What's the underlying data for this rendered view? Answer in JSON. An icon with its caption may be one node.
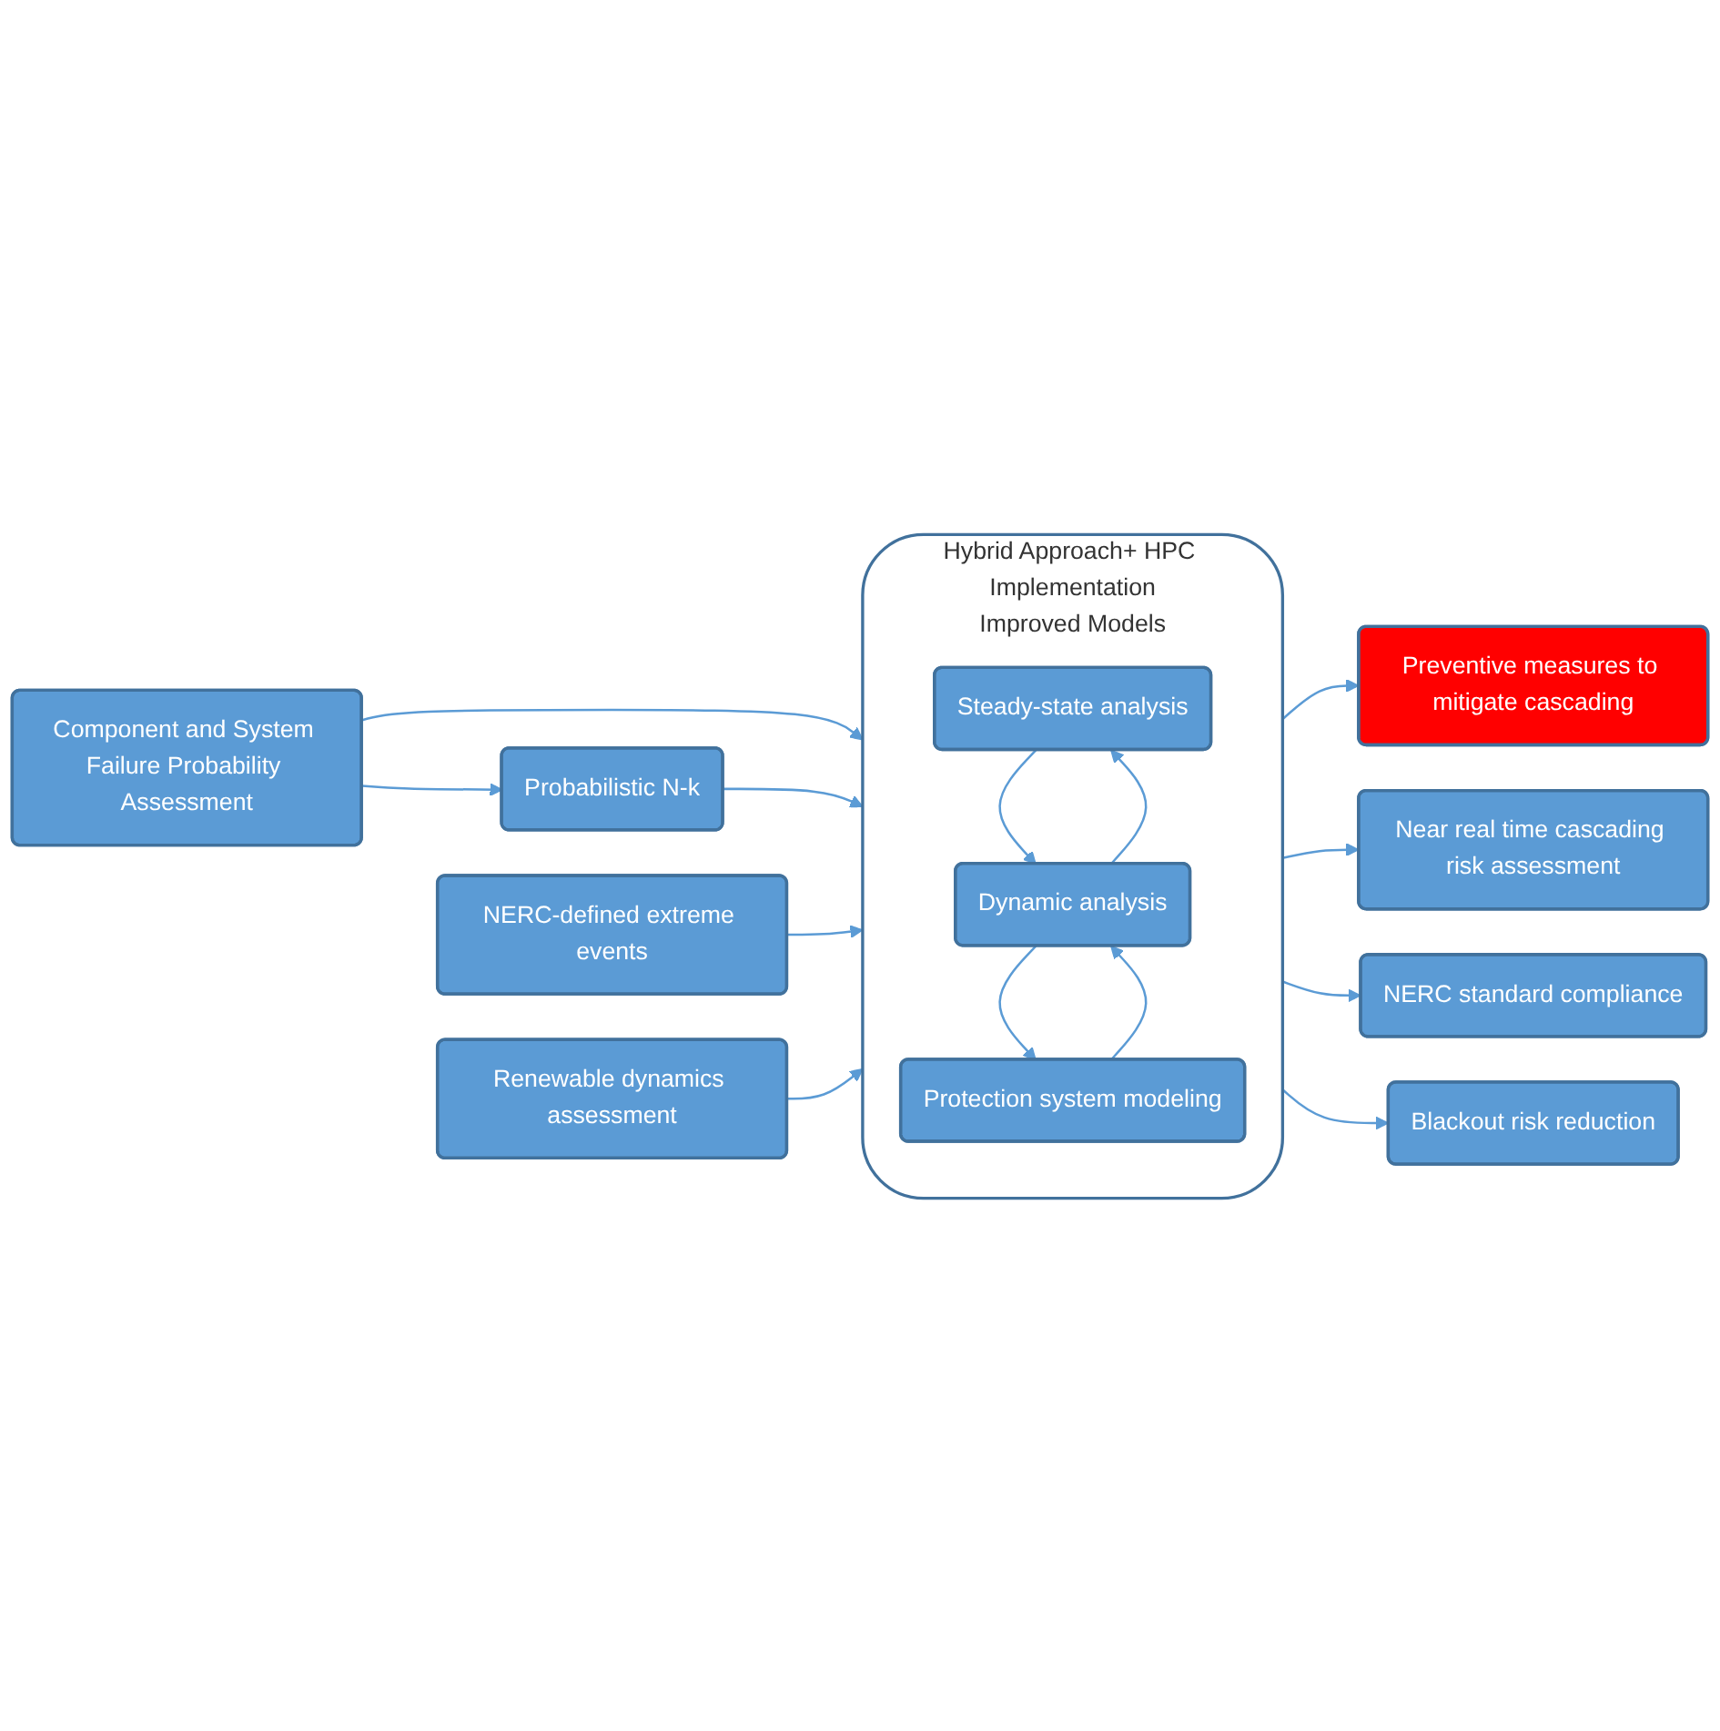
{
  "diagram": {
    "nodes": [
      {
        "text": [
          "Component and System Failure Probability Assessment"
        ]
      },
      {
        "text": [
          "Probabilistic N-k"
        ]
      },
      {
        "text": [
          "NERC-defined extreme events"
        ]
      },
      {
        "text": [
          "Renewable dynamics assessment"
        ]
      },
      {
        "text": [
          "Hybrid Approach+ HPC Implementation",
          "Improved Models"
        ]
      },
      {
        "text": [
          "Steady-state analysis"
        ],
        "in": 4
      },
      {
        "text": [
          "Dynamic analysis"
        ],
        "in": 4
      },
      {
        "text": [
          "Protection system modeling"
        ],
        "in": 4
      },
      {
        "text": [
          "Preventive measures to mitigate cascading"
        ]
      },
      {
        "text": [
          "Near real time cascading risk assessment"
        ]
      },
      {
        "text": [
          "NERC standard compliance"
        ]
      },
      {
        "text": [
          "Blackout risk reduction"
        ]
      }
    ],
    "edges": [
      {
        "from": 0,
        "to": 4,
        "arrow": "to"
      },
      {
        "from": 0,
        "to": 1,
        "arrow": "to"
      },
      {
        "from": 1,
        "to": 4,
        "arrow": "to"
      },
      {
        "from": 2,
        "to": 4,
        "arrow": "to"
      },
      {
        "from": 3,
        "to": 4,
        "arrow": "to"
      },
      {
        "from": 5,
        "to": 6,
        "arrow": "to"
      },
      {
        "from": 6,
        "to": 5,
        "arrow": "to"
      },
      {
        "from": 6,
        "to": 7,
        "arrow": "to"
      },
      {
        "from": 7,
        "to": 6,
        "arrow": "to"
      },
      {
        "from": 4,
        "to": 8,
        "arrow": "to"
      },
      {
        "from": 4,
        "to": 9,
        "arrow": "to"
      },
      {
        "from": 4,
        "to": 10,
        "arrow": "to"
      },
      {
        "from": 4,
        "to": 11,
        "arrow": "to"
      }
    ]
  }
}
